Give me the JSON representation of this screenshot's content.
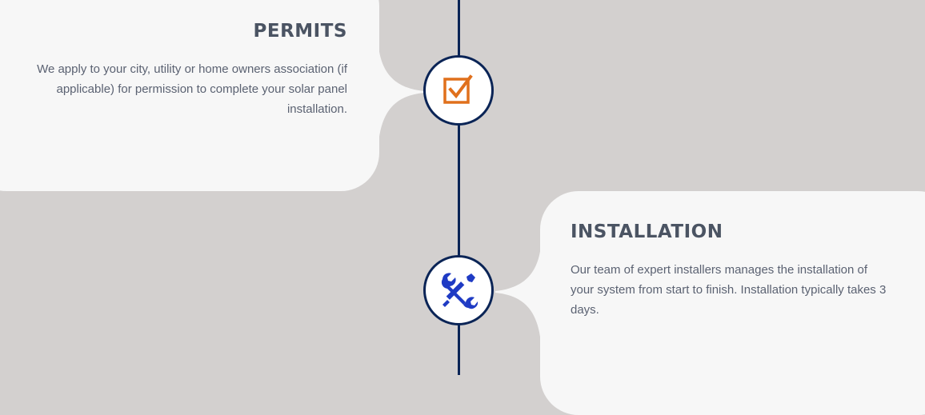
{
  "timeline": {
    "steps": [
      {
        "title": "PERMITS",
        "description": "We apply to your city, utility or home owners association (if applicable) for permission to complete your solar panel installation.",
        "icon": "checkbox-icon",
        "icon_color": "#e0701c",
        "side": "left"
      },
      {
        "title": "INSTALLATION",
        "description": "Our team of expert installers manages the installation of your system from start to finish. Installation typically takes 3 days.",
        "icon": "tools-icon",
        "icon_color": "#1f3bc4",
        "side": "right"
      }
    ],
    "colors": {
      "background": "#d3d0cf",
      "card": "#f7f7f7",
      "line": "#0a2456",
      "title": "#4b5463",
      "text": "#5b6272"
    }
  }
}
